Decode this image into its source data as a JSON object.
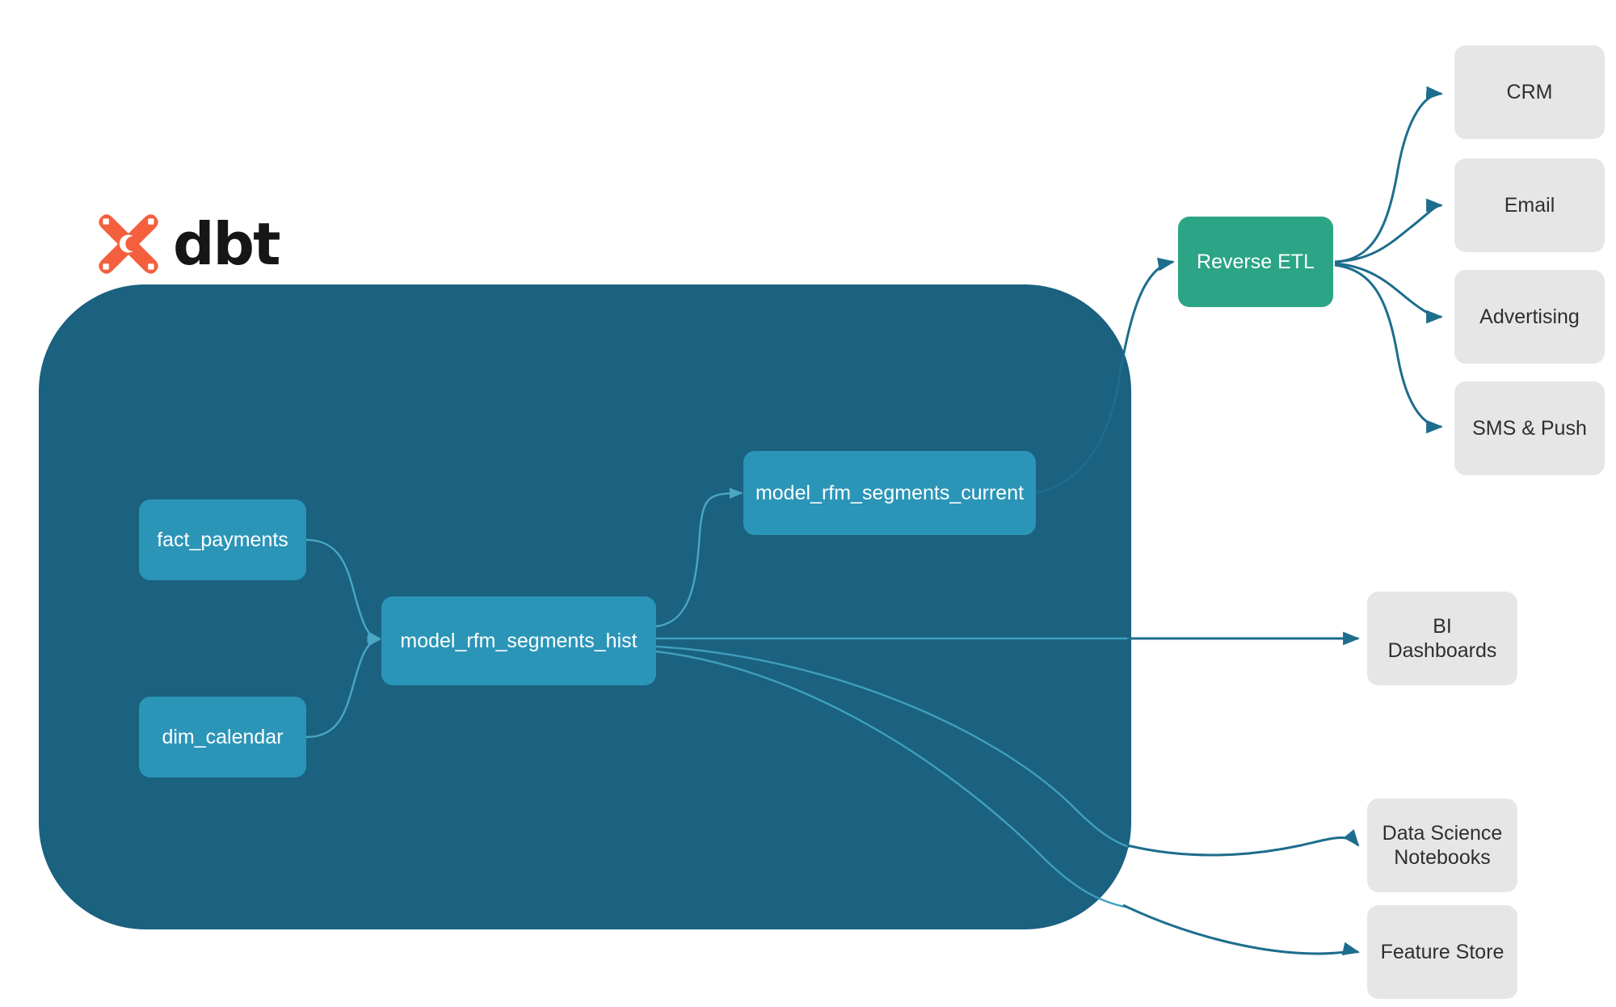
{
  "diagram": {
    "title": "dbt RFM segments lineage",
    "background": "#ffffff",
    "colors": {
      "container": "#1b6180",
      "model_node": "#2b95b8",
      "reverse_etl": "#2ba585",
      "consumer": "#e6e6e6",
      "edge_outer": "#1d6d8c",
      "edge_inner": "#49a7c4",
      "logo_mark": "#f4603e",
      "logo_text": "#161616"
    }
  },
  "logo": {
    "name": "dbt-logo",
    "wordmark": "dbt",
    "mark_icon": "dbt-x-mark-icon"
  },
  "container": {
    "name": "dbt-project-container",
    "label": ""
  },
  "models": [
    {
      "id": "fact_payments",
      "label": "fact_payments"
    },
    {
      "id": "dim_calendar",
      "label": "dim_calendar"
    },
    {
      "id": "model_rfm_segments_hist",
      "label": "model_rfm_segments_hist"
    },
    {
      "id": "model_rfm_segments_current",
      "label": "model_rfm_segments_current"
    }
  ],
  "reverse_etl": {
    "id": "reverse_etl",
    "label": "Reverse ETL"
  },
  "activation_targets": [
    {
      "id": "crm",
      "label": "CRM"
    },
    {
      "id": "email",
      "label": "Email"
    },
    {
      "id": "advertising",
      "label": "Advertising"
    },
    {
      "id": "sms_push",
      "label": "SMS & Push"
    }
  ],
  "analytics_targets": [
    {
      "id": "bi_dashboards",
      "label": "BI Dashboards",
      "line1": "BI Dashboards",
      "line2": ""
    },
    {
      "id": "data_science_notebooks",
      "label": "Data Science Notebooks",
      "line1": "Data Science",
      "line2": "Notebooks"
    },
    {
      "id": "feature_store",
      "label": "Feature Store",
      "line1": "Feature Store",
      "line2": ""
    }
  ],
  "edges": [
    {
      "from": "fact_payments",
      "to": "model_rfm_segments_hist"
    },
    {
      "from": "dim_calendar",
      "to": "model_rfm_segments_hist"
    },
    {
      "from": "model_rfm_segments_hist",
      "to": "model_rfm_segments_current"
    },
    {
      "from": "model_rfm_segments_current",
      "to": "reverse_etl"
    },
    {
      "from": "model_rfm_segments_hist",
      "to": "bi_dashboards"
    },
    {
      "from": "model_rfm_segments_hist",
      "to": "data_science_notebooks"
    },
    {
      "from": "model_rfm_segments_hist",
      "to": "feature_store"
    },
    {
      "from": "reverse_etl",
      "to": "crm"
    },
    {
      "from": "reverse_etl",
      "to": "email"
    },
    {
      "from": "reverse_etl",
      "to": "advertising"
    },
    {
      "from": "reverse_etl",
      "to": "sms_push"
    }
  ]
}
